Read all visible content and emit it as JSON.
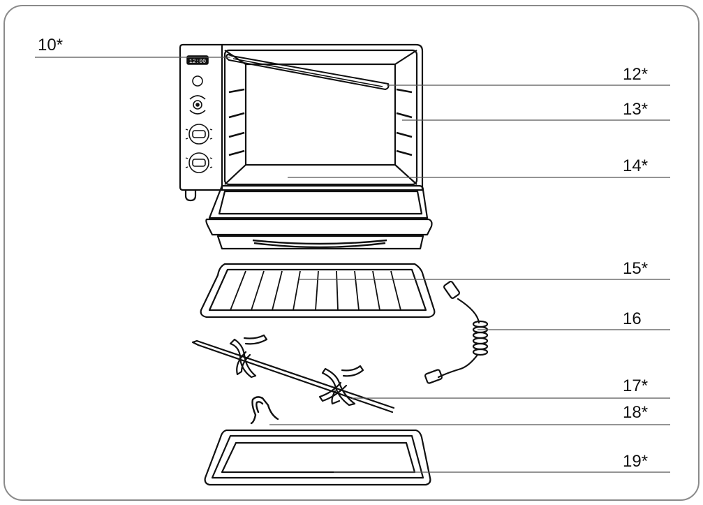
{
  "callouts": [
    {
      "id": "c10",
      "label": "10*"
    },
    {
      "id": "c12",
      "label": "12*"
    },
    {
      "id": "c13",
      "label": "13*"
    },
    {
      "id": "c14",
      "label": "14*"
    },
    {
      "id": "c15",
      "label": "15*"
    },
    {
      "id": "c16",
      "label": "16"
    },
    {
      "id": "c17",
      "label": "17*"
    },
    {
      "id": "c18",
      "label": "18*"
    },
    {
      "id": "c19",
      "label": "19*"
    }
  ],
  "display": {
    "text": "12:00"
  },
  "colors": {
    "stroke": "#111111",
    "frame": "#8a8a8a",
    "background": "#ffffff"
  }
}
